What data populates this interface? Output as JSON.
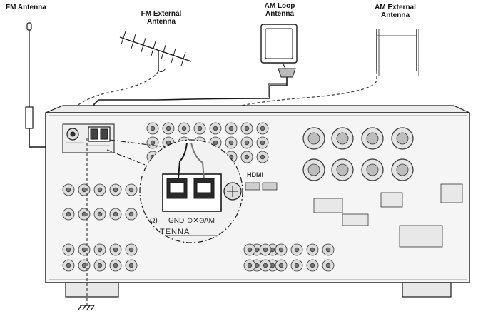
{
  "labels": {
    "fm_antenna": "FM Antenna",
    "fm_external": [
      "FM External",
      "Antenna"
    ],
    "am_loop": [
      "AM Loop",
      "Antenna"
    ],
    "am_external": [
      "AM External",
      "Antenna"
    ]
  },
  "zoom_terminals": {
    "left_fragment": "Ω)",
    "gnd": "GND",
    "middle": "⊙✕⊙",
    "am": "AM",
    "antenna_text": "TENNA"
  },
  "panel_texts": {
    "hdmi": "HDMI"
  },
  "colors": {
    "outline": "#1a1a1a",
    "chassis_fill": "#f4f4f4",
    "jack_fill": "#d9d9d9",
    "shade": "#8a8a8a"
  }
}
